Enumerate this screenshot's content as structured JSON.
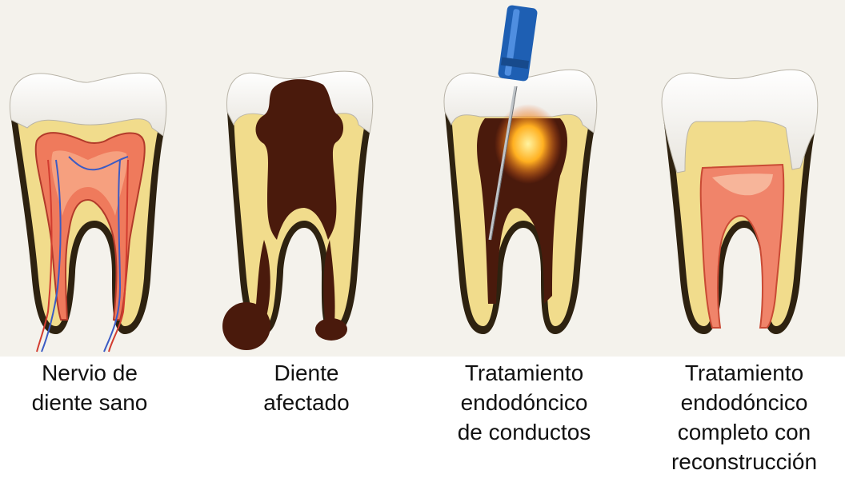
{
  "palette": {
    "background": "#f4f2ec",
    "enamel": "#f5f3ee",
    "dentin": "#f1dc8c",
    "outline": "#3a2a10",
    "pulp": "#ef7a5c",
    "decay": "#4a1a0c",
    "file_handle": "#1e5fb3",
    "filling": "#f0846a"
  },
  "panels": [
    {
      "id": "healthy-tooth",
      "caption_lines": [
        "Nervio de",
        "diente sano"
      ]
    },
    {
      "id": "affected-tooth",
      "caption_lines": [
        "Diente",
        "afectado"
      ]
    },
    {
      "id": "root-canal-treatment",
      "caption_lines": [
        "Tratamiento",
        "endodóncico",
        "de conductos"
      ]
    },
    {
      "id": "completed-treatment",
      "caption_lines": [
        "Tratamiento",
        "endodóncico",
        "completo con",
        "reconstrucción"
      ]
    }
  ]
}
